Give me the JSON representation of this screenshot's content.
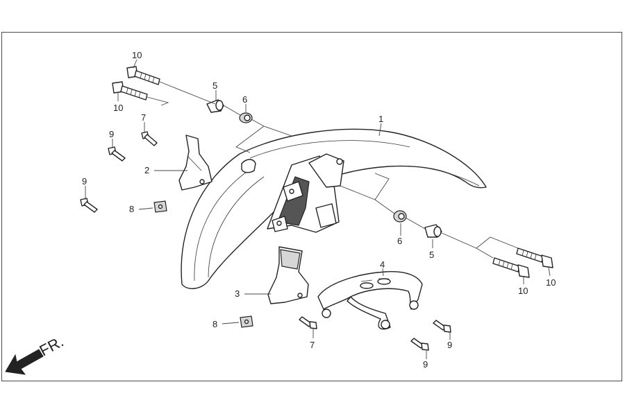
{
  "direction_label": "FR.",
  "callouts": {
    "c1": "1",
    "c2": "2",
    "c3": "3",
    "c4": "4",
    "c5a": "5",
    "c5b": "5",
    "c6a": "6",
    "c6b": "6",
    "c7a": "7",
    "c7b": "7",
    "c8a": "8",
    "c8b": "8",
    "c9a": "9",
    "c9b": "9",
    "c9c": "9",
    "c9d": "9",
    "c10a": "10",
    "c10b": "10",
    "c10c": "10",
    "c10d": "10"
  }
}
